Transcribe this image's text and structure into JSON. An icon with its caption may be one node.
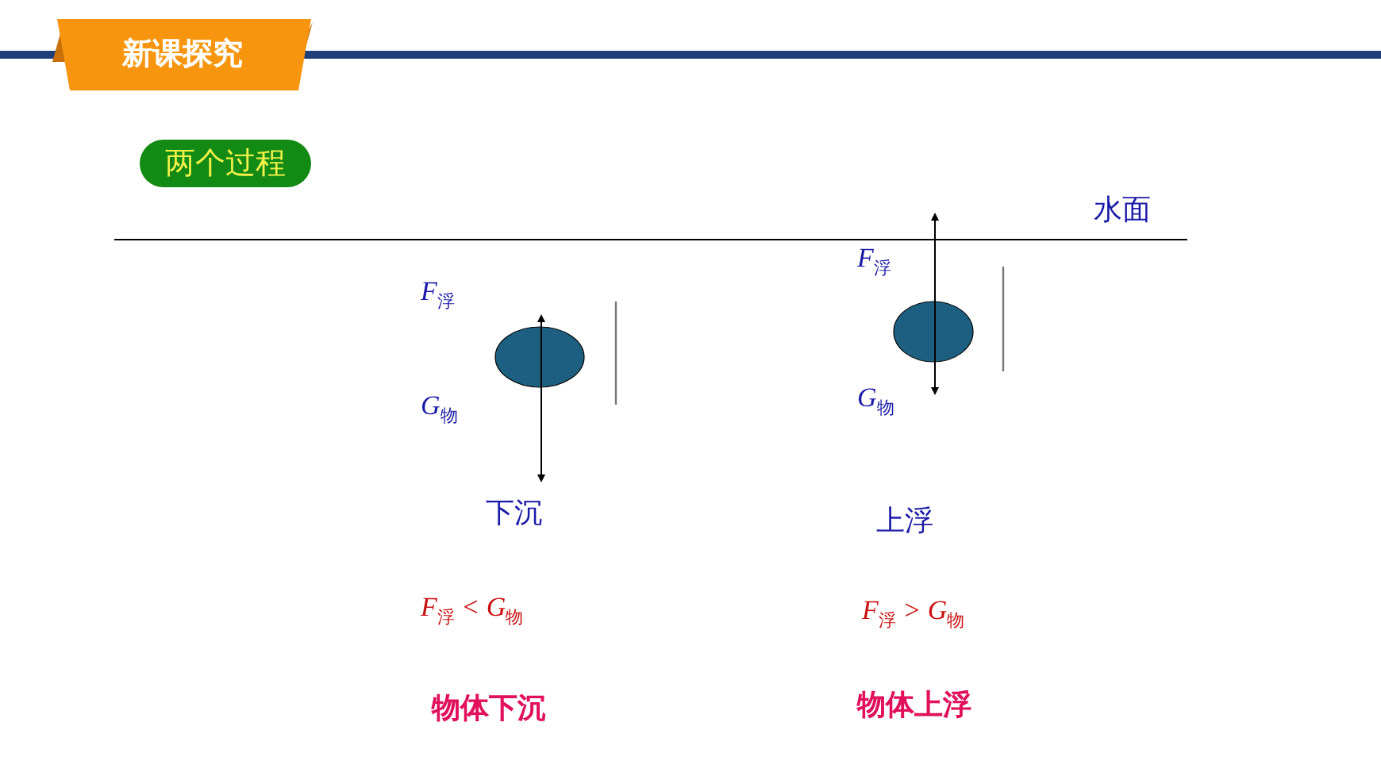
{
  "diagram": {
    "title": "新课探究",
    "nodes": [
      {
        "text": [
          "两个过程"
        ]
      }
    ],
    "labels": [
      "水面",
      "F$_{浮}$",
      "F$_{浮}$",
      "G$_{物}$",
      "G$_{物}$",
      "下沉",
      "上浮",
      "F$_{浮}$ < G$_{物}$",
      "F$_{浮}$ > G$_{物}$",
      "物体下沉",
      "物体上浮"
    ]
  }
}
